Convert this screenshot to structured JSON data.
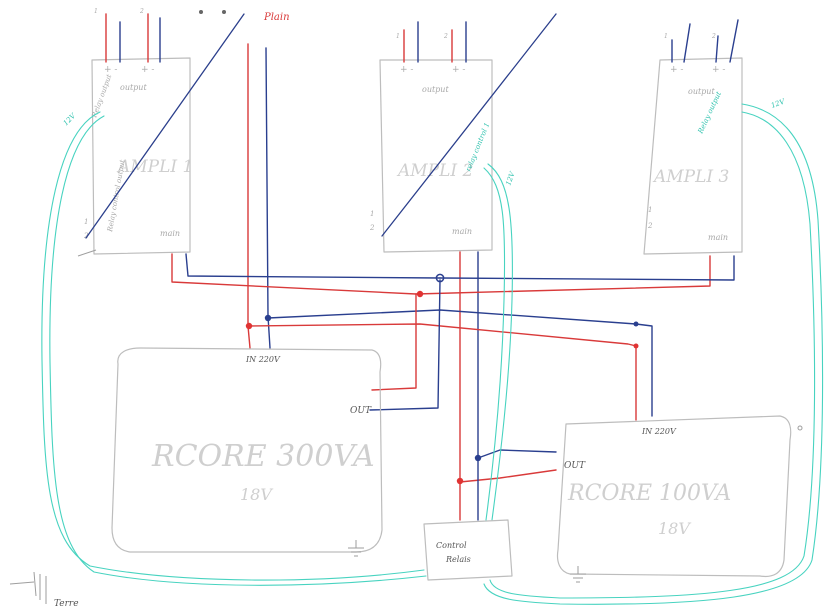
{
  "colors": {
    "power_red": "#d93a3a",
    "power_blue": "#2a3f8f",
    "signal_teal": "#48d3c0",
    "pencil_grey": "#9e9e9e"
  },
  "labels": {
    "plain": "Plain",
    "ampli_1": "AMPLI 1",
    "ampli_2": "AMPLI 2",
    "ampli_3": "AMPLI 3",
    "output": "output",
    "main": "main",
    "plus_minus": "+ -",
    "v12": "12V",
    "relay_output": "Relay output",
    "relay_control_ampli_1": "Relay control output",
    "relay_control_ampli_2": "relay control 1",
    "relay_control_ampli_3": "Relay output",
    "rcore_300": "RCORE 300VA",
    "rcore_100": "RCORE 100VA",
    "v18": "18V",
    "in_220v": "IN 220V",
    "out": "OUT",
    "control_relais": "Control Relais",
    "terre": "Terre",
    "n1": "1",
    "n2": "2"
  }
}
